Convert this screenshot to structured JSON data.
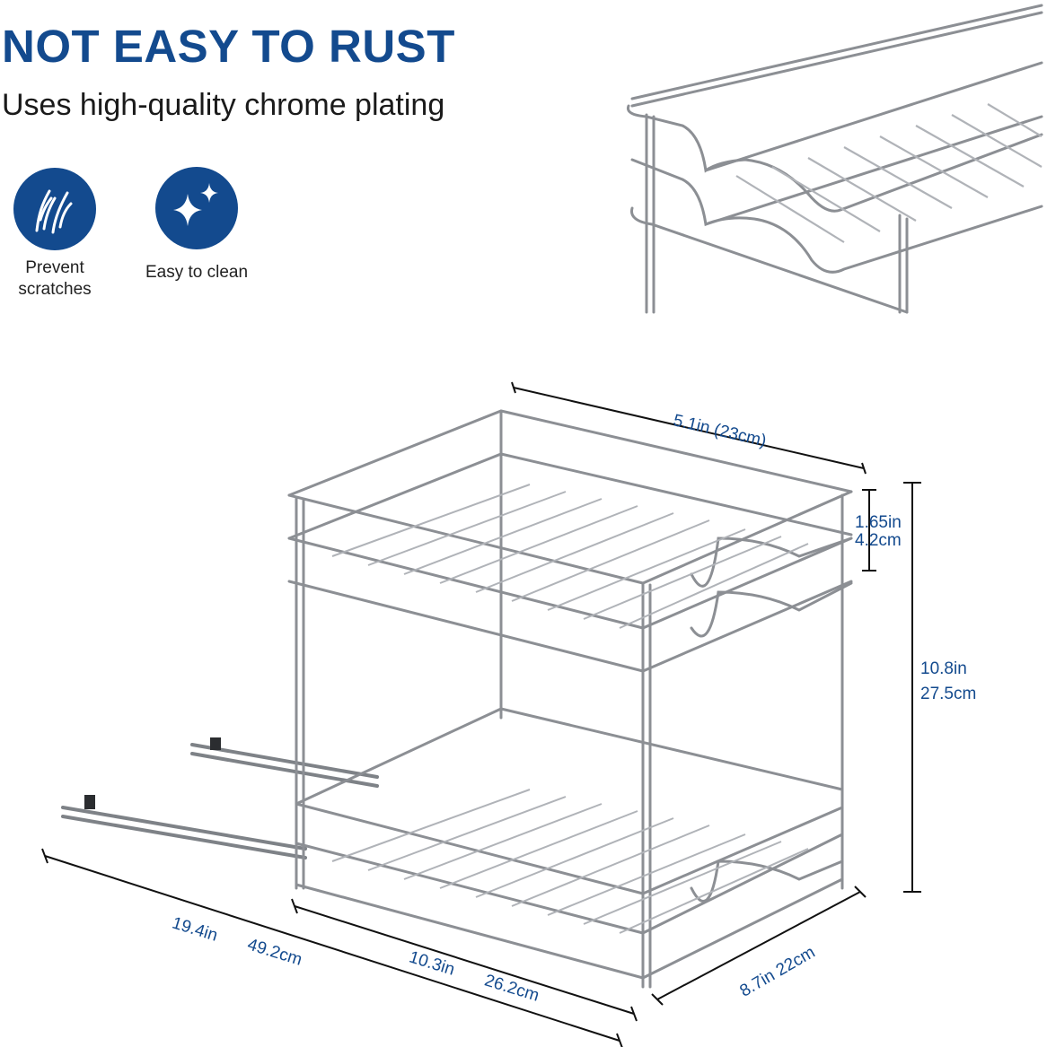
{
  "header": {
    "title": "NOT EASY TO RUST",
    "subtitle": "Uses high-quality chrome plating"
  },
  "features": [
    {
      "icon": "scratch-marks-icon",
      "label_line1": "Prevent",
      "label_line2": "scratches"
    },
    {
      "icon": "sparkle-icon",
      "label": "Easy to clean"
    }
  ],
  "dimensions": {
    "width": "5.1in (23cm)",
    "gap_in": "1.65in",
    "gap_cm": "4.2cm",
    "height_in": "10.8in",
    "height_cm": "27.5cm",
    "extended_in": "19.4in",
    "extended_cm": "49.2cm",
    "length_in": "10.3in",
    "length_cm": "26.2cm",
    "depth": "8.7in 22cm"
  },
  "colors": {
    "brand_blue": "#134a8e",
    "chrome": "#8c8f94"
  }
}
